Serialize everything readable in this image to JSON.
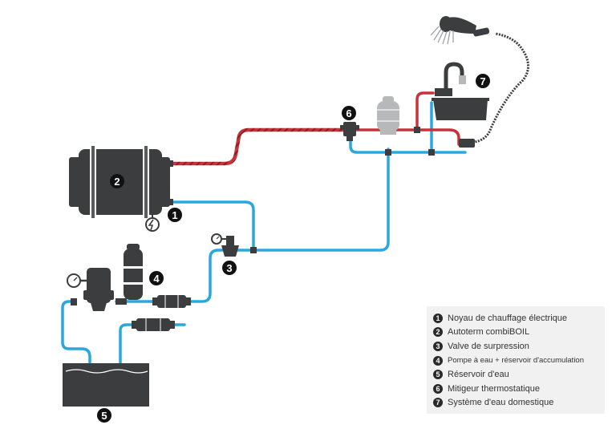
{
  "colors": {
    "hot": "#c8323b",
    "cold": "#2aa7dd",
    "component": "#3c3d3f",
    "legend_bg": "#f1f1f1"
  },
  "markers": {
    "m1": "1",
    "m2": "2",
    "m3": "3",
    "m4": "4",
    "m5": "5",
    "m6": "6",
    "m7": "7"
  },
  "legend": {
    "items": [
      {
        "num": "1",
        "text": "Noyau de chauffage électrique"
      },
      {
        "num": "2",
        "text": "Autoterm combiBOIL"
      },
      {
        "num": "3",
        "text": "Valve de surpression"
      },
      {
        "num": "4",
        "text": "Pompe à eau + réservoir d'accumulation"
      },
      {
        "num": "5",
        "text": "Réservoir d'eau"
      },
      {
        "num": "6",
        "text": "Mitigeur thermostatique"
      },
      {
        "num": "7",
        "text": "Système d'eau domestique"
      }
    ]
  }
}
